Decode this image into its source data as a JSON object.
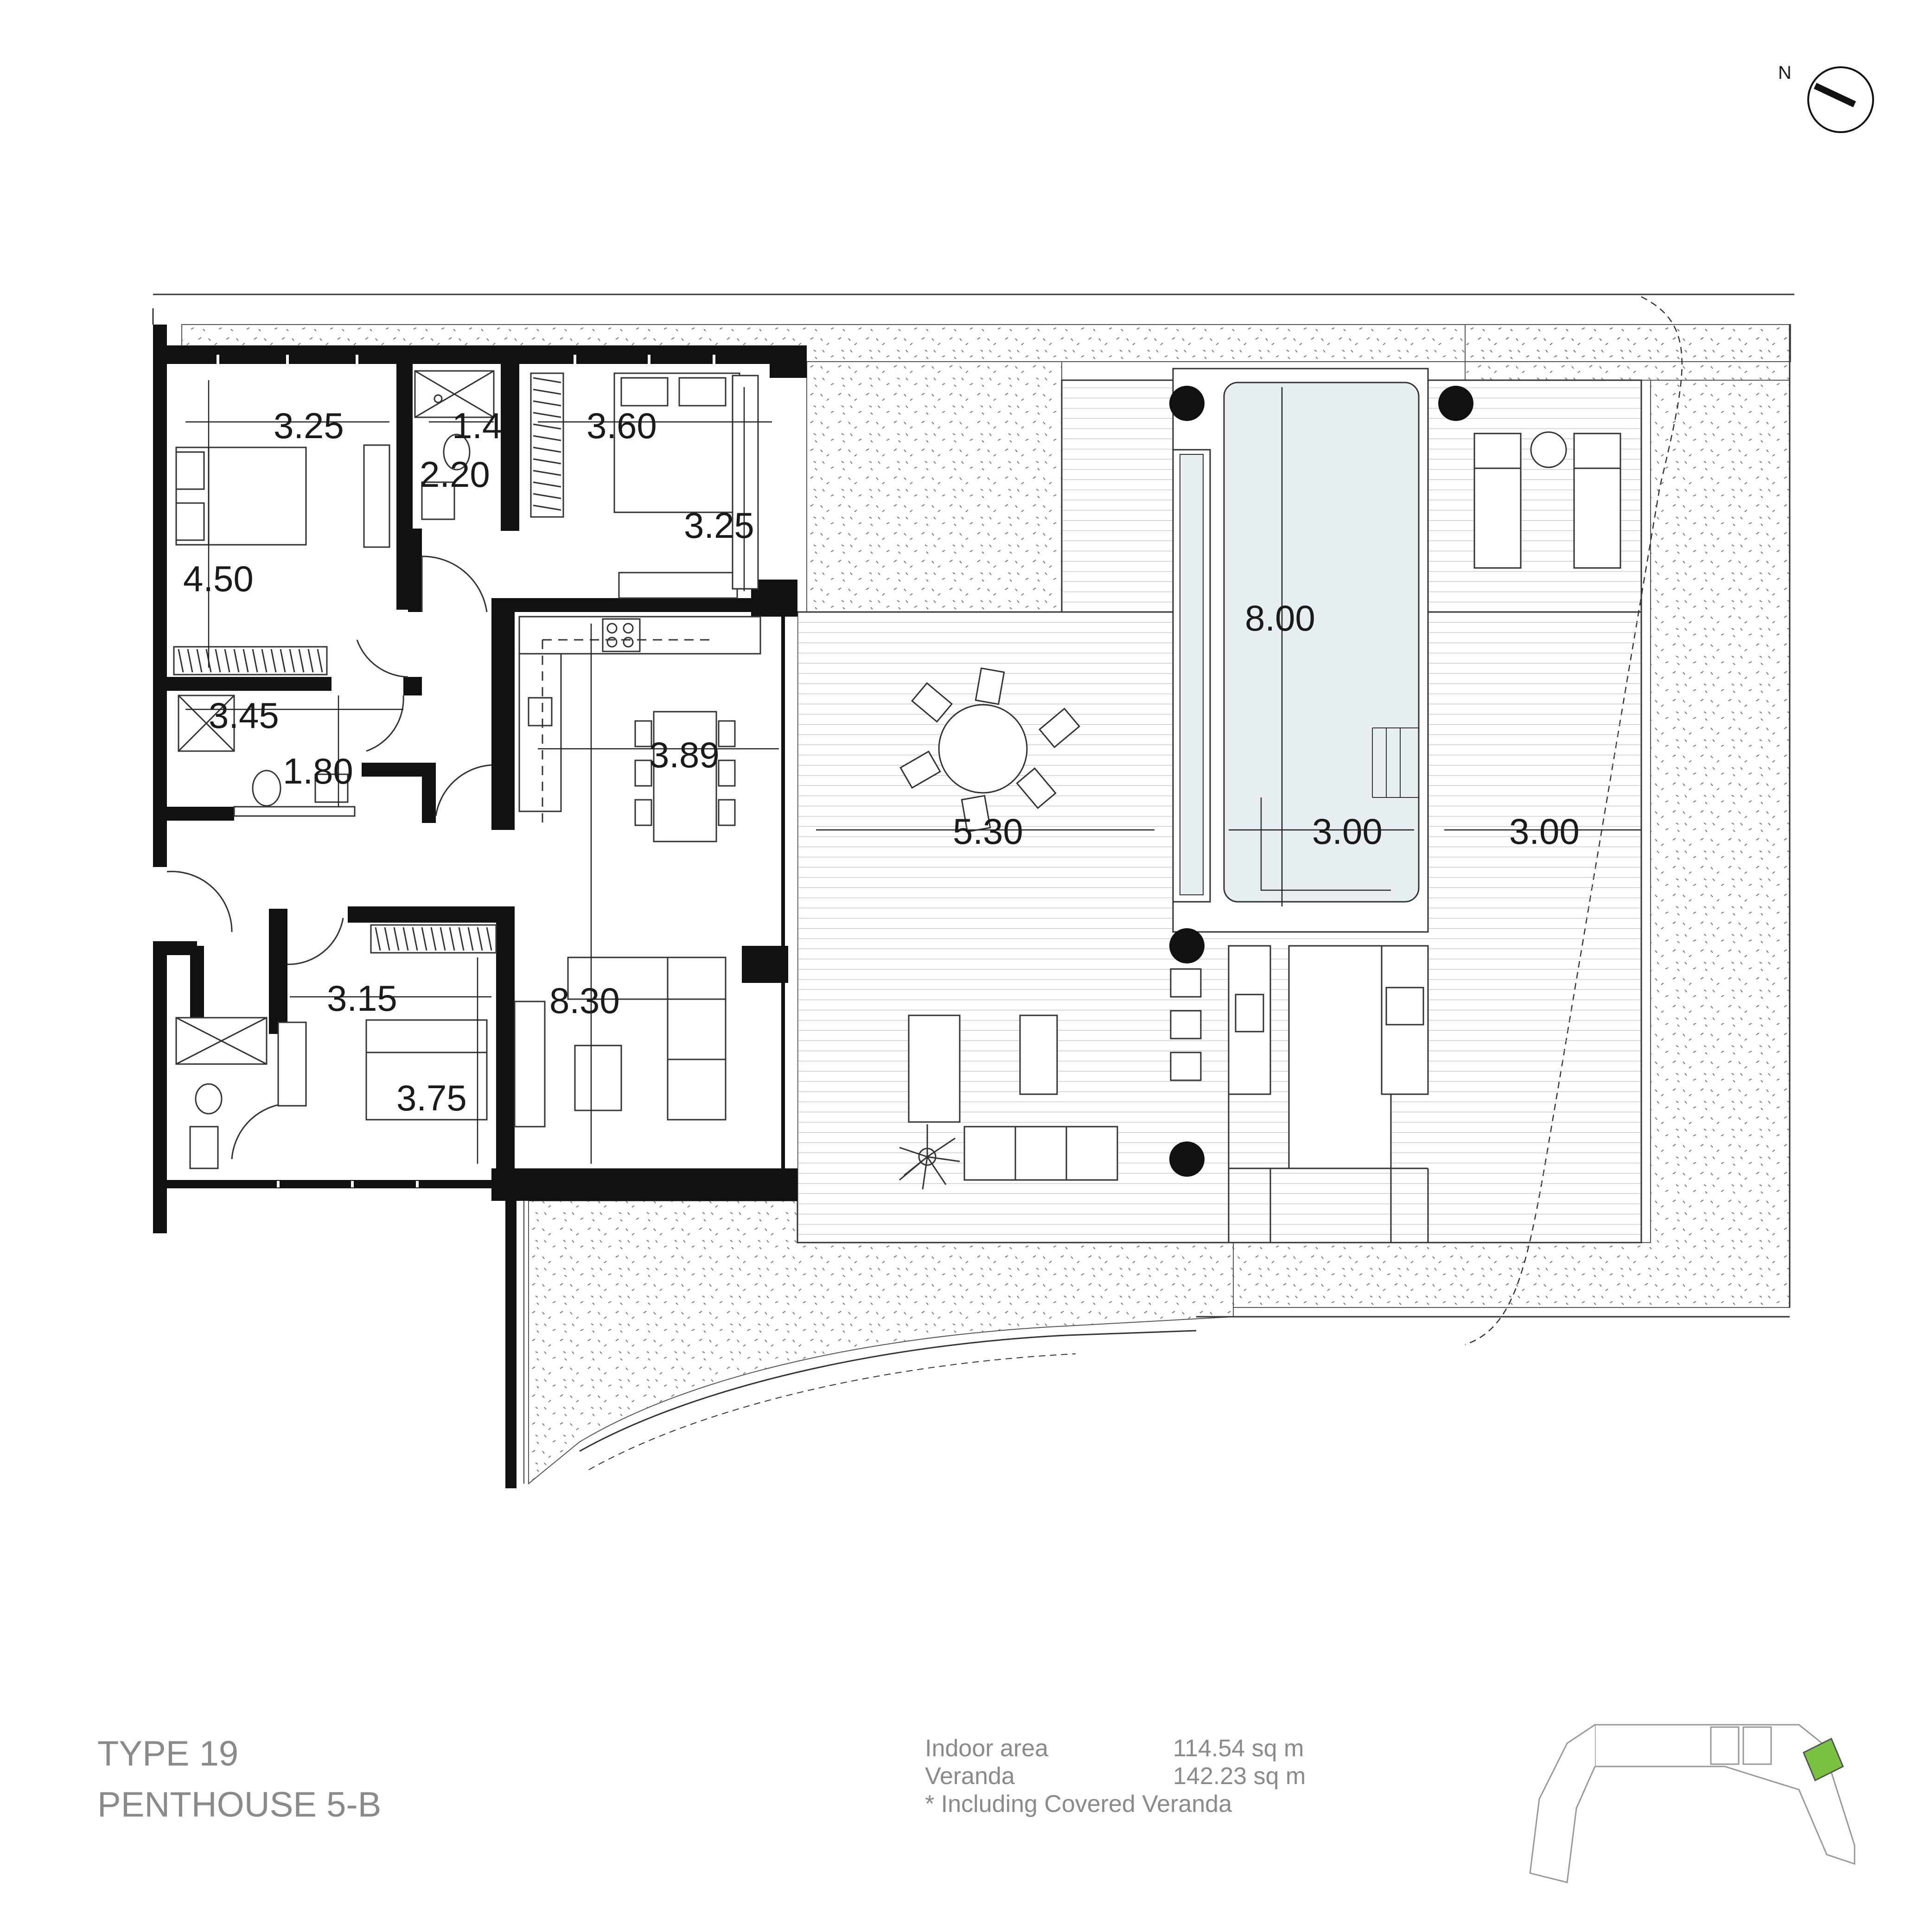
{
  "compass": {
    "label": "N"
  },
  "title": {
    "type": "TYPE 19",
    "unit": "PENTHOUSE 5-B"
  },
  "areas": {
    "indoor_label": "Indoor area",
    "indoor_value": "114.54 sq m",
    "veranda_label": "Veranda",
    "veranda_value": "142.23 sq m",
    "note": "* Including Covered Veranda"
  },
  "dimensions": {
    "bedroom1_width": "3.25",
    "wc_width": "1.4",
    "bedroom2_width": "3.60",
    "wc_depth": "2.20",
    "bedroom2_depth": "3.25",
    "bedroom1_depth": "4.50",
    "bath_width": "3.45",
    "bath_depth": "1.80",
    "dining_width": "3.89",
    "terrace_width": "5.30",
    "pool_length": "8.00",
    "pool_width": "3.00",
    "deck_width": "3.00",
    "bedroom3_width": "3.15",
    "living_depth": "8.30",
    "bedroom3_depth": "3.75"
  },
  "colors": {
    "wall": "#111111",
    "line": "#333333",
    "pool_water": "#e6eef1",
    "highlight": "#7cc242",
    "text_gray": "#8a8a8a"
  }
}
